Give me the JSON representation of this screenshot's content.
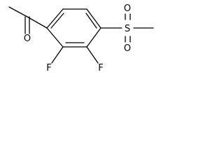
{
  "molecule": {
    "atoms": {
      "carbonyl_oxygen": "O",
      "fluorine_2": "F",
      "fluorine_3": "F",
      "sulfur": "S",
      "sulfonyl_oxygen_top": "O",
      "sulfonyl_oxygen_bottom": "O"
    }
  }
}
